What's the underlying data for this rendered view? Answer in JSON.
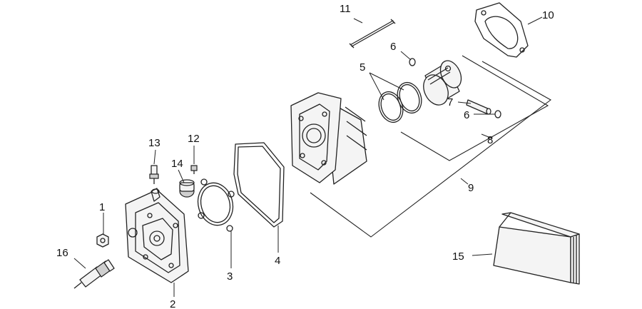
{
  "callouts": {
    "n1": "1",
    "n2": "2",
    "n3": "3",
    "n4": "4",
    "n5": "5",
    "n6a": "6",
    "n6b": "6",
    "n7": "7",
    "n8": "8",
    "n9": "9",
    "n10": "10",
    "n11": "11",
    "n12": "12",
    "n13": "13",
    "n14": "14",
    "n15": "15",
    "n16": "16"
  },
  "colors": {
    "line": "#222222",
    "background": "#ffffff"
  }
}
